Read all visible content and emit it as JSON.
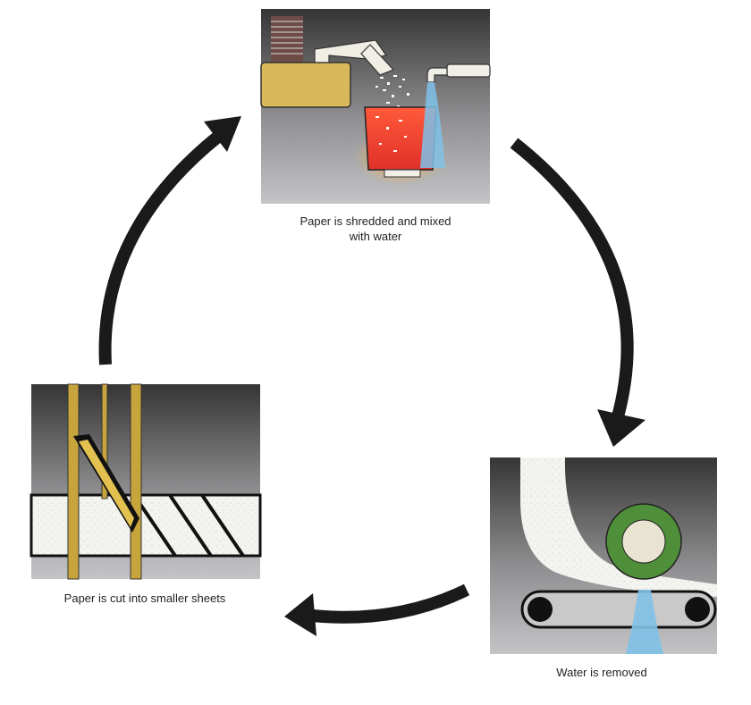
{
  "steps": [
    {
      "caption_lines": [
        "Paper is shredded and mixed",
        "with water"
      ]
    },
    {
      "caption_lines": [
        "Water is removed"
      ]
    },
    {
      "caption_lines": [
        "Paper is cut into smaller sheets"
      ]
    }
  ],
  "colors": {
    "panel_gradient_top": "#3a3a3a",
    "panel_gradient_bottom": "#b9b9bb",
    "arrow": "#1a1a1a",
    "shredder": "#d9b85a",
    "vat": "#e8412e",
    "vat_glow": "#f4a23a",
    "water": "#7fc1e8",
    "roller_ring": "#4f8f3a",
    "roller_core": "#e9e4d2",
    "blade": "#c8a43c"
  },
  "icons": [
    "shredder-icon",
    "paper-stack-icon",
    "faucet-icon",
    "vat-icon",
    "roller-icon",
    "conveyor-icon",
    "cutter-blade-icon"
  ]
}
